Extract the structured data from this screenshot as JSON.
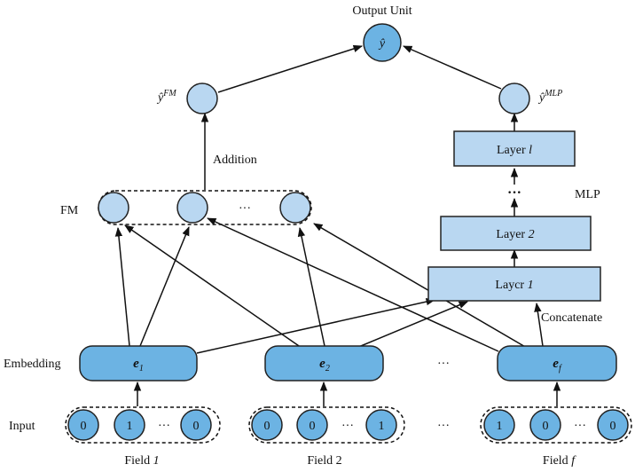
{
  "labels": {
    "output_unit": "Output Unit",
    "y_hat": "ŷ",
    "y_fm_base": "ŷ",
    "y_fm_sup": "FM",
    "y_mlp_base": "ŷ",
    "y_mlp_sup": "MLP",
    "addition": "Addition",
    "fm": "FM",
    "mlp": "MLP",
    "concatenate": "Concatenate",
    "embedding": "Embedding",
    "input": "Input",
    "ellipsis": "···",
    "vdots": "⋮"
  },
  "mlp_layers": {
    "top_prefix": "Layer ",
    "top_ital": "l",
    "mid_prefix": "Layer ",
    "mid_ital": "2",
    "bottom_prefix": "Laycr ",
    "bottom_ital": "1"
  },
  "embeddings": [
    {
      "base": "e",
      "sub": "1"
    },
    {
      "base": "e",
      "sub": "2"
    },
    {
      "base": "e",
      "sub": "f"
    }
  ],
  "fields": [
    {
      "prefix": "Field ",
      "ital": "1",
      "inputs": [
        "0",
        "1",
        "0"
      ]
    },
    {
      "prefix": "Field ",
      "ital": "2",
      "inputs": [
        "0",
        "0",
        "1"
      ]
    },
    {
      "prefix": "Field ",
      "ital": "f",
      "inputs": [
        "1",
        "0",
        "0"
      ]
    }
  ]
}
